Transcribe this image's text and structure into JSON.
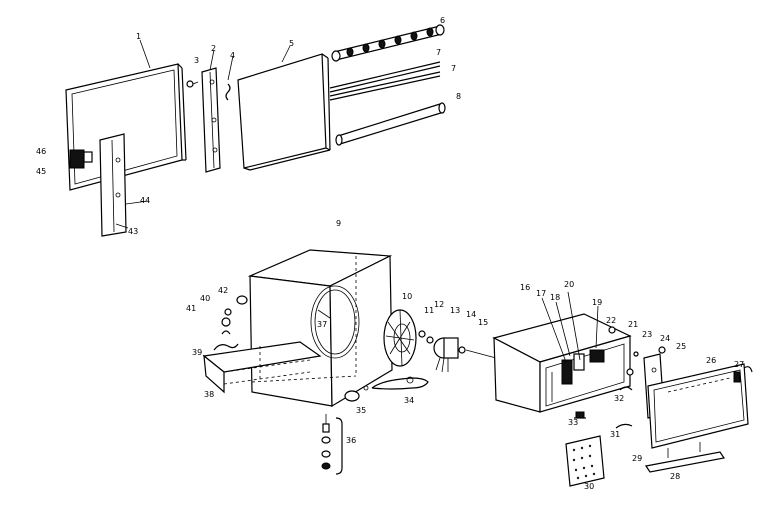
{
  "callouts": [
    "1",
    "2",
    "3",
    "4",
    "5",
    "6",
    "7",
    "7",
    "8",
    "9",
    "10",
    "11",
    "12",
    "13",
    "14",
    "15",
    "16",
    "17",
    "18",
    "20",
    "19",
    "22",
    "21",
    "23",
    "24",
    "25",
    "26",
    "27",
    "28",
    "29",
    "30",
    "31",
    "32",
    "33",
    "34",
    "35",
    "36",
    "37",
    "38",
    "39",
    "40",
    "41",
    "42",
    "43",
    "44",
    "45",
    "46"
  ]
}
